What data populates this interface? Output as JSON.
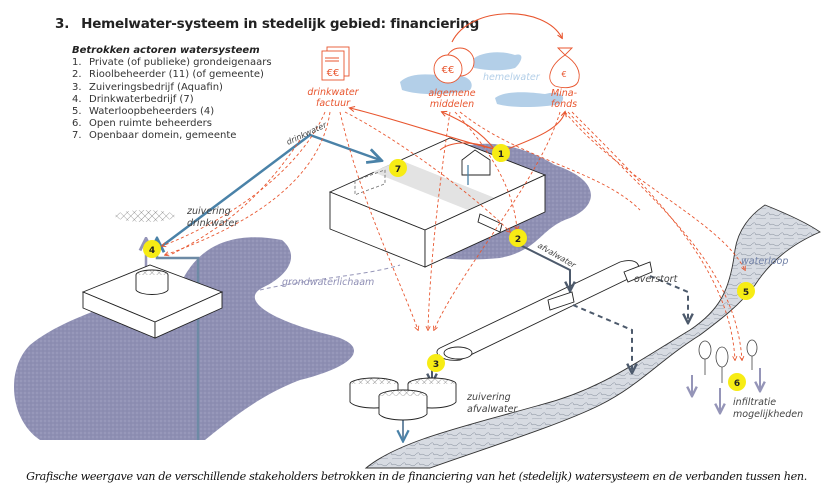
{
  "header": {
    "number": "3.",
    "title": "Hemelwater-systeem in stedelijk gebied: financiering"
  },
  "legend": {
    "heading": "Betrokken actoren watersysteem",
    "items": [
      {
        "n": "1.",
        "label": "Private (of publieke) grondeigenaars"
      },
      {
        "n": "2.",
        "label": "Rioolbeheerder (11) (of gemeente)"
      },
      {
        "n": "3.",
        "label": "Zuiveringsbedrijf (Aquafin)"
      },
      {
        "n": "4.",
        "label": "Drinkwaterbedrijf (7)"
      },
      {
        "n": "5.",
        "label": "Waterloopbeheerders (4)"
      },
      {
        "n": "6.",
        "label": "Open ruimte beheerders"
      },
      {
        "n": "7.",
        "label": "Openbaar domein, gemeente"
      }
    ]
  },
  "funding": {
    "invoice_symbol": "€€",
    "invoice_label_1": "drinkwater",
    "invoice_label_2": "factuur",
    "general_symbol": "€€",
    "general_label_1": "algemene",
    "general_label_2": "middelen",
    "mina_symbol": "€",
    "mina_label_1": "Mina-",
    "mina_label_2": "fonds"
  },
  "labels": {
    "hemelwater": "hemelwater",
    "drinkwater_pipe": "drinkwater",
    "zuivering_drinkwater_1": "zuivering",
    "zuivering_drinkwater_2": "drinkwater",
    "grondwaterlichaam": "grondwaterlichaam",
    "afvalwater": "afvalwater",
    "overstort": "overstort",
    "waterloop": "waterloop",
    "zuivering_afvalwater_1": "zuivering",
    "zuivering_afvalwater_2": "afvalwater",
    "infiltratie_1": "infiltratie",
    "infiltratie_2": "mogelijkheden"
  },
  "markers": {
    "m1": "1",
    "m2": "2",
    "m3": "3",
    "m4": "4",
    "m5": "5",
    "m6": "6",
    "m7": "7"
  },
  "colors": {
    "finance_red": "#e8562f",
    "water_blue": "#4a82a8",
    "groundwater": "#8e8fb3",
    "cloud": "#b3cfe8",
    "marker_yellow": "#f7ec14",
    "river": "#d4d8df"
  },
  "caption": "Grafische weergave van de verschillende stakeholders betrokken in de financiering van het (stedelijk) watersysteem en de verbanden tussen hen."
}
